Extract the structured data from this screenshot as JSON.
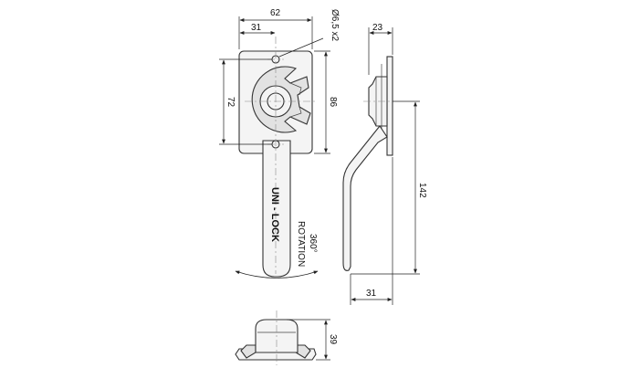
{
  "dimensions": {
    "plate_width": "62",
    "half_width": "31",
    "hole_spec": "Ø6,5 x2",
    "hole_spacing": "72",
    "plate_height": "86",
    "side_depth": "23",
    "overall_length": "142",
    "side_offset": "31",
    "bottom_height": "39"
  },
  "labels": {
    "brand": "UNI - LOCK",
    "rotation_value": "360°",
    "rotation_word": "ROTATION"
  }
}
